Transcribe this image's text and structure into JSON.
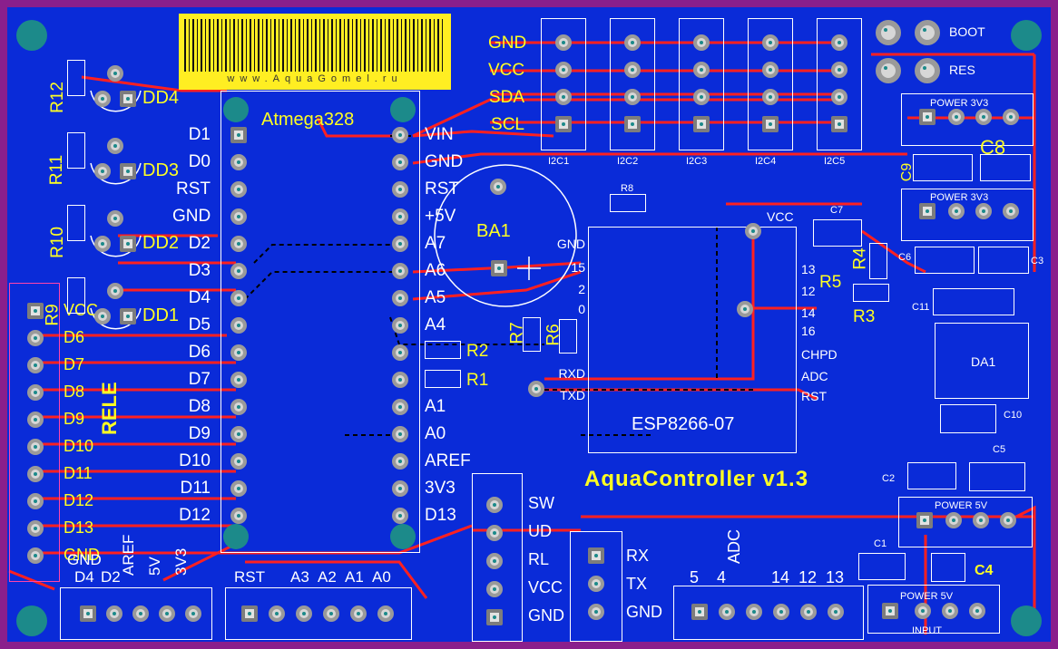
{
  "board": {
    "title": "AquaController  v1.3",
    "barcode_text": "www.AquaGomel.ru"
  },
  "mcu": {
    "name": "Atmega328",
    "left_pins": [
      "D1",
      "D0",
      "RST",
      "GND",
      "D2",
      "D3",
      "D4",
      "D5",
      "D6",
      "D7",
      "D8",
      "D9",
      "D10",
      "D11",
      "D12"
    ],
    "right_pins": [
      "VIN",
      "GND",
      "RST",
      "+5V",
      "A7",
      "A6",
      "A5",
      "A4",
      "",
      "",
      "A1",
      "A0",
      "AREF",
      "3V3",
      "D13"
    ]
  },
  "esp": {
    "name": "ESP8266-07",
    "left_pins": [
      "GND",
      "15",
      "2",
      "0",
      "RXD",
      "TXD"
    ],
    "right_pins": [
      "VCC",
      "13",
      "12",
      "14",
      "16",
      "CHPD",
      "ADC",
      "RST"
    ]
  },
  "i2c": {
    "pins": [
      "GND",
      "VCC",
      "SDA",
      "SCL"
    ],
    "labels": [
      "I2C1",
      "I2C2",
      "I2C3",
      "I2C4",
      "I2C5"
    ]
  },
  "rele": {
    "label": "RELE",
    "pins": [
      "VCC",
      "D6",
      "D7",
      "D8",
      "D9",
      "D10",
      "D11",
      "D12",
      "D13",
      "GND"
    ]
  },
  "dd": [
    "DD4",
    "DD3",
    "DD2",
    "DD1"
  ],
  "resistors": [
    "R12",
    "R11",
    "R10",
    "R9",
    "R7",
    "R6",
    "R2",
    "R1",
    "R5",
    "R4",
    "R3",
    "R8"
  ],
  "battery": "BA1",
  "buttons": [
    "BOOT",
    "RES"
  ],
  "power": [
    "POWER 3V3",
    "POWER 3V3",
    "POWER 5V",
    "POWER 5V",
    "INPUT"
  ],
  "caps": [
    "C8",
    "C9",
    "C7",
    "C3",
    "C6",
    "C11",
    "C10",
    "C5",
    "C2",
    "C1",
    "C4"
  ],
  "da": "DA1",
  "bottom_left_header": [
    "D4",
    "D2",
    "AREF",
    "5V",
    "3V3"
  ],
  "bottom_mid_header": [
    "RST",
    "A3",
    "A2",
    "A1",
    "A0"
  ],
  "sw_header": [
    "SW",
    "UD",
    "RL",
    "VCC",
    "GND"
  ],
  "uart_header": [
    "RX",
    "TX",
    "GND"
  ],
  "adc_header": [
    "5",
    "4",
    "ADC",
    "14",
    "12",
    "13"
  ],
  "colors": {
    "board": "#0a2bd8",
    "trace": "#ff2020",
    "silk": "#ffffff",
    "label": "#ffff22",
    "edge": "#8a1f8c"
  }
}
